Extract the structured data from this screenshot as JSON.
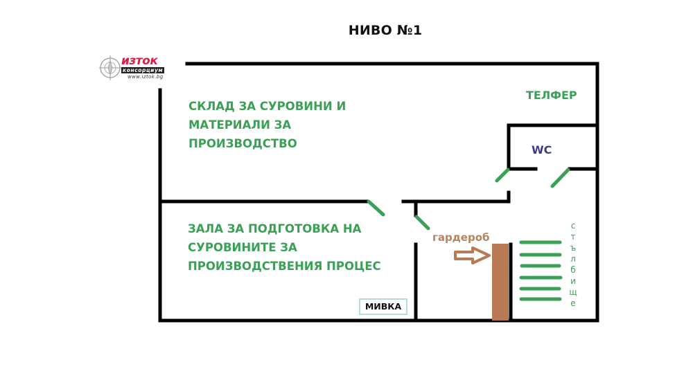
{
  "title": "НИВО №1",
  "logo": {
    "brand": "изток",
    "subtitle": "консорциум",
    "url": "www.iztok.bg",
    "icon": "compass-rose-icon",
    "brand_color": "#d8204a"
  },
  "rooms": {
    "storage": {
      "lines": [
        "СКЛАД ЗА СУРОВИНИ И",
        "МАТЕРИАЛИ ЗА",
        "ПРОИЗВОДСТВО"
      ]
    },
    "prep_hall": {
      "lines": [
        "ЗАЛА ЗА ПОДГОТОВКА НА",
        "СУРОВИНИТЕ ЗА",
        "ПРОИЗВОДСТВЕНИЯ ПРОЦЕС"
      ]
    },
    "hoist": {
      "label": "ТЕЛФЕР"
    },
    "wc": {
      "label": "WC"
    },
    "wardrobe": {
      "label": "гардероб"
    },
    "stairs": {
      "letters": [
        "с",
        "т",
        "ъ",
        "л",
        "б",
        "и",
        "щ",
        "е"
      ]
    },
    "sink": {
      "label": "МИВКА"
    }
  },
  "colors": {
    "wall": "#000000",
    "door": "#3aa055",
    "room_label": "#3aa055",
    "wc_label": "#3c3c7e",
    "wardrobe": "#b87a55",
    "wardrobe_label": "#b8825e",
    "sink_border": "#b9dbe0"
  }
}
